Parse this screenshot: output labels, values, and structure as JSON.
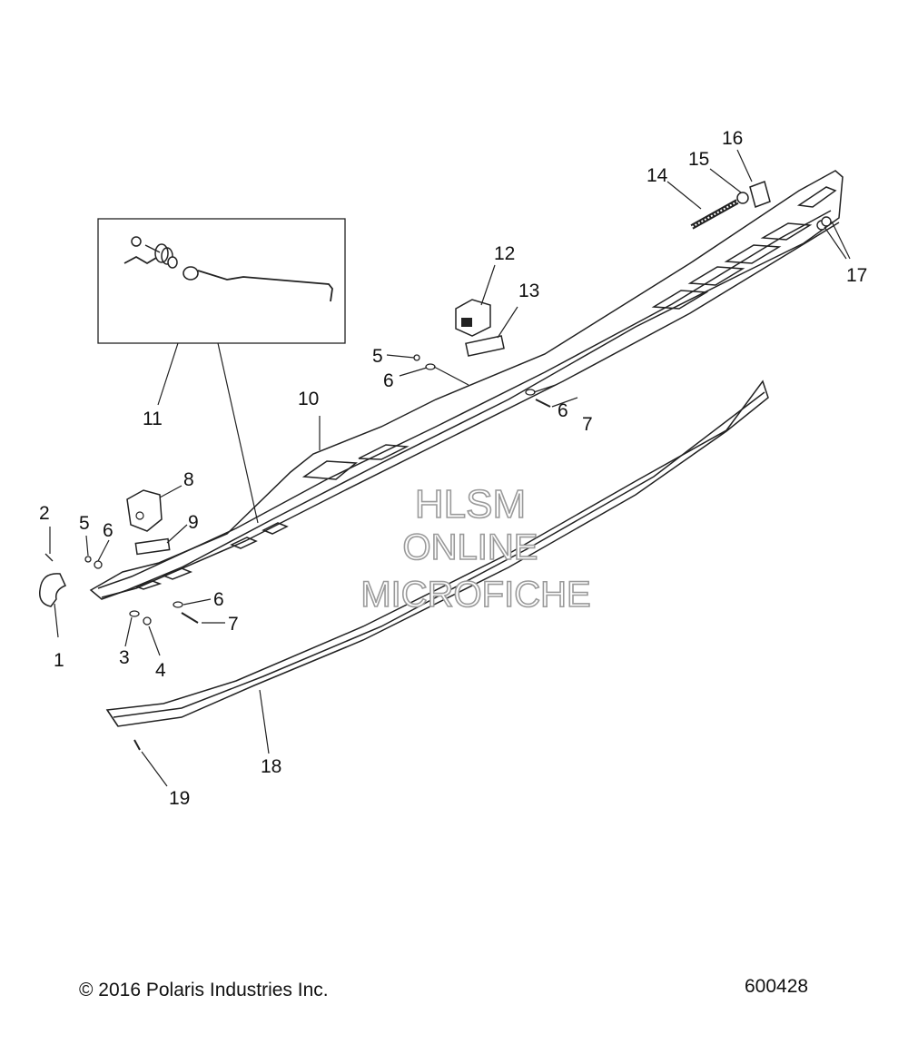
{
  "watermark": {
    "line1": "HLSM",
    "line2": "ONLINE",
    "line3": "MICROFICHE"
  },
  "callouts": {
    "c1": "1",
    "c2": "2",
    "c3": "3",
    "c4": "4",
    "c5a": "5",
    "c5b": "5",
    "c6a": "6",
    "c6b": "6",
    "c6c": "6",
    "c6d": "6",
    "c7a": "7",
    "c7b": "7",
    "c8": "8",
    "c9": "9",
    "c10": "10",
    "c11": "11",
    "c12": "12",
    "c13": "13",
    "c14": "14",
    "c15": "15",
    "c16": "16",
    "c17": "17",
    "c18": "18",
    "c19": "19"
  },
  "footer": {
    "copyright": "© 2016 Polaris Industries Inc.",
    "figure_number": "600428"
  }
}
